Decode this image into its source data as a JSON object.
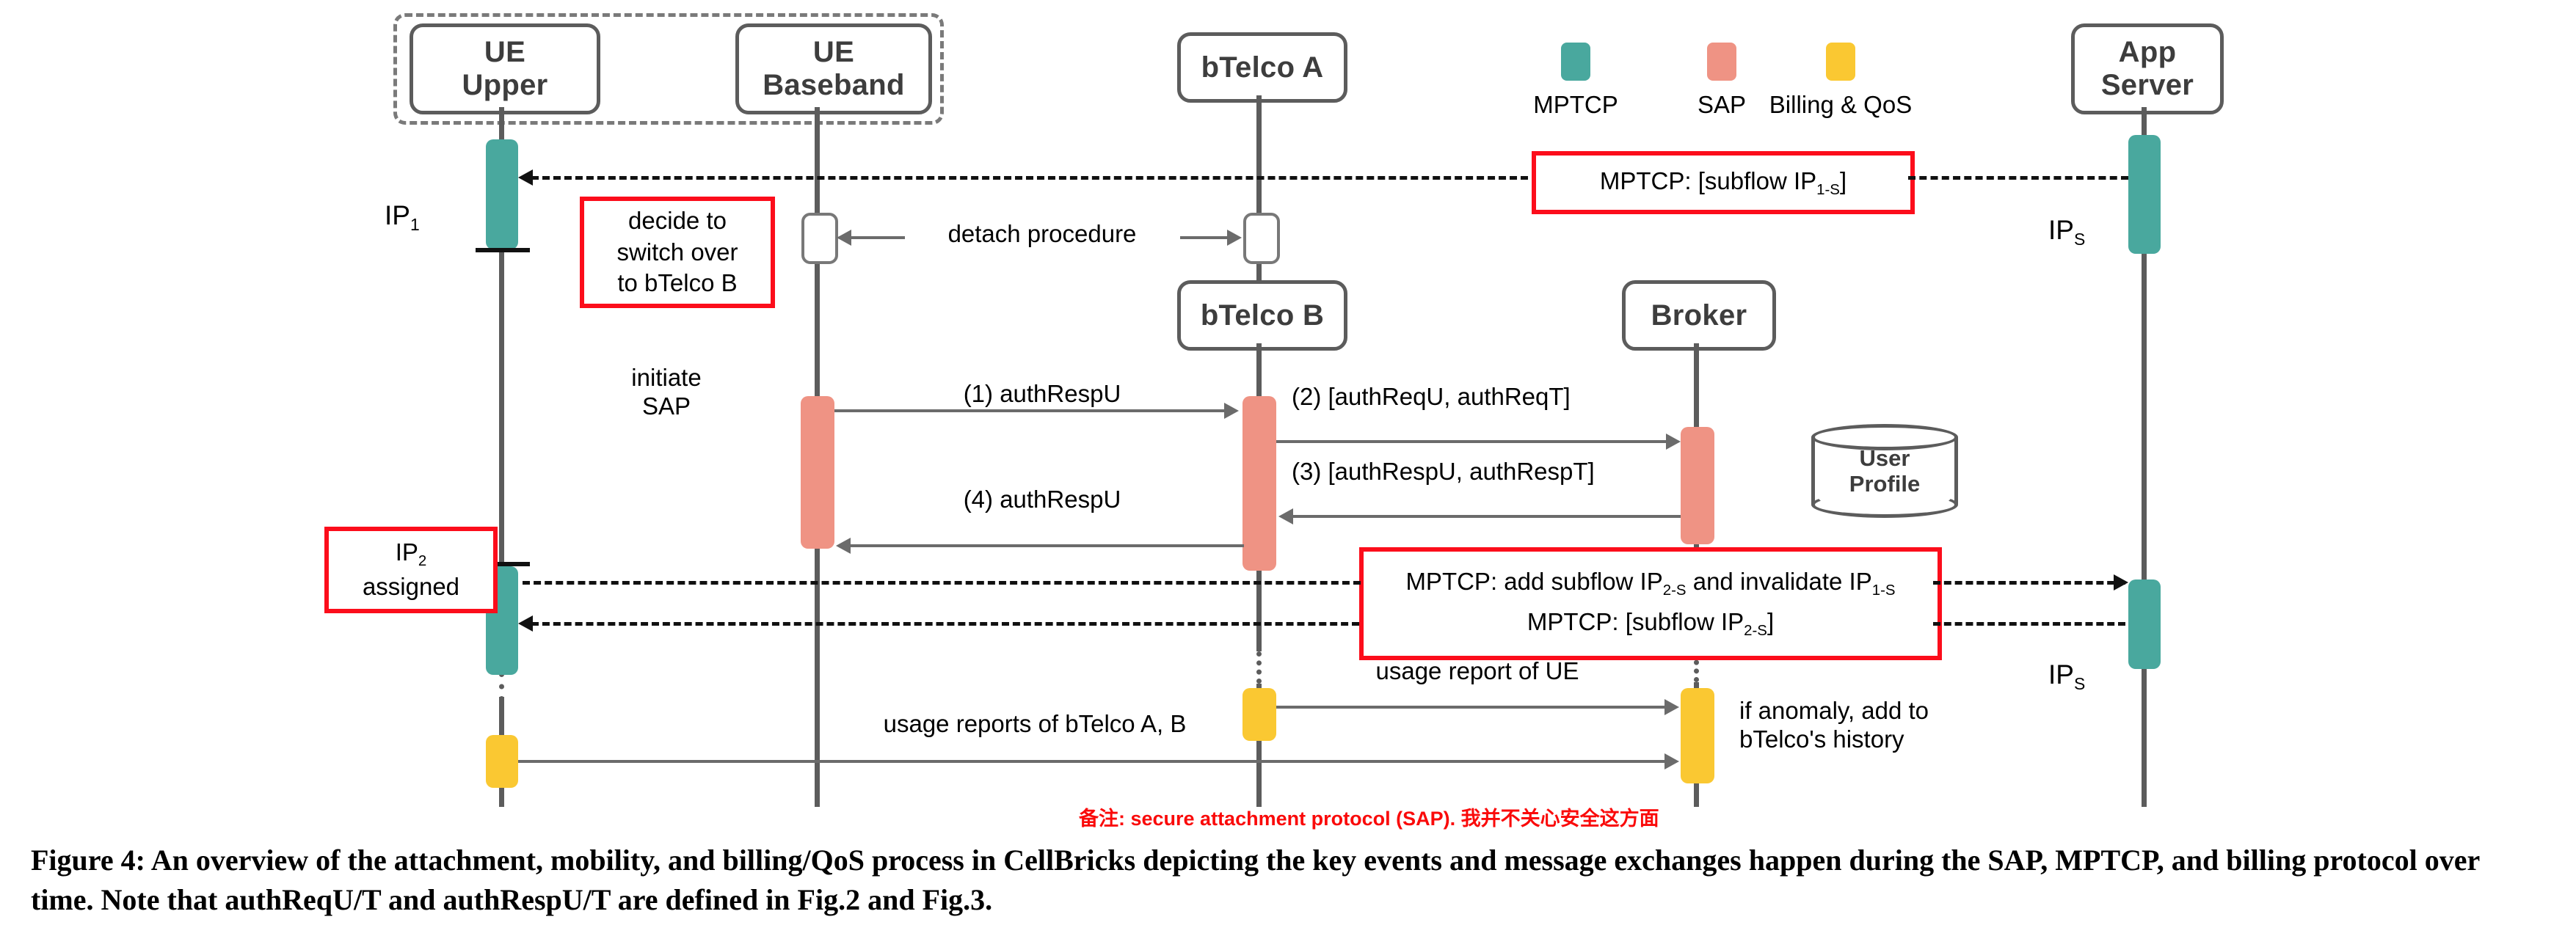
{
  "figure": {
    "caption": "Figure 4: An overview of the attachment, mobility, and billing/QoS process in CellBricks depicting the key events and message exchanges happen during the SAP, MPTCP, and billing protocol over time. Note that authReqU/T and authRespU/T are defined in Fig.2 and Fig.3."
  },
  "legend": {
    "items": [
      {
        "label": "MPTCP",
        "color": "#49a89e"
      },
      {
        "label": "SAP",
        "color": "#ef9384"
      },
      {
        "label": "Billing & QoS",
        "color": "#fac832"
      }
    ]
  },
  "participants": [
    {
      "id": "ue-upper",
      "line1": "UE",
      "line2": "Upper"
    },
    {
      "id": "ue-baseband",
      "line1": "UE",
      "line2": "Baseband"
    },
    {
      "id": "btelco-a",
      "line1": "bTelco A",
      "line2": ""
    },
    {
      "id": "btelco-b",
      "line1": "bTelco B",
      "line2": ""
    },
    {
      "id": "broker",
      "line1": "Broker",
      "line2": ""
    },
    {
      "id": "app-server",
      "line1": "App",
      "line2": "Server"
    }
  ],
  "datastore": {
    "line1": "User",
    "line2": "Profile"
  },
  "ip_labels": {
    "ip1": "IP",
    "ip1_sub": "1",
    "ips_top": "IP",
    "ips_top_sub": "S",
    "ips_bottom": "IP",
    "ips_bottom_sub": "S"
  },
  "annotations": {
    "decide_switch": "decide to switch over to bTelco B",
    "decide_switch_lines": [
      "decide to",
      "switch over",
      "to bTelco B"
    ],
    "initiate_sap_lines": [
      "initiate",
      "SAP"
    ],
    "ip2_assigned_lines": [
      "IP",
      "assigned"
    ],
    "ip2_sub": "2",
    "anomaly_lines": [
      "if anomaly, add to",
      "bTelco's history"
    ],
    "chinese_note": "备注: secure attachment protocol (SAP). 我并不关心安全这方面"
  },
  "mptcp_boxes": {
    "top": {
      "prefix": "MPTCP: [subflow IP",
      "sub": "1-S",
      "suffix": "]"
    },
    "mid_line1": {
      "a": "MPTCP: add subflow IP",
      "sub1": "2-S",
      "b": " and invalidate IP",
      "sub2": "1-S"
    },
    "mid_line2": {
      "a": "MPTCP: [subflow IP",
      "sub": "2-S",
      "b": "]"
    }
  },
  "messages": [
    {
      "id": "detach",
      "label": "detach procedure"
    },
    {
      "id": "m1",
      "label": "(1) authRespU"
    },
    {
      "id": "m2",
      "label": "(2) [authReqU, authReqT]"
    },
    {
      "id": "m3",
      "label": "(3) [authRespU, authRespT]"
    },
    {
      "id": "m4",
      "label": "(4) authRespU"
    },
    {
      "id": "usage-ue",
      "label": "usage report of UE"
    },
    {
      "id": "usage-ab",
      "label": "usage reports of bTelco A, B"
    }
  ],
  "colors": {
    "mptcp": "#49a89e",
    "sap": "#ef9384",
    "billing": "#fac832",
    "lifeline": "#5c5c5c",
    "red": "#fc0d1b"
  }
}
